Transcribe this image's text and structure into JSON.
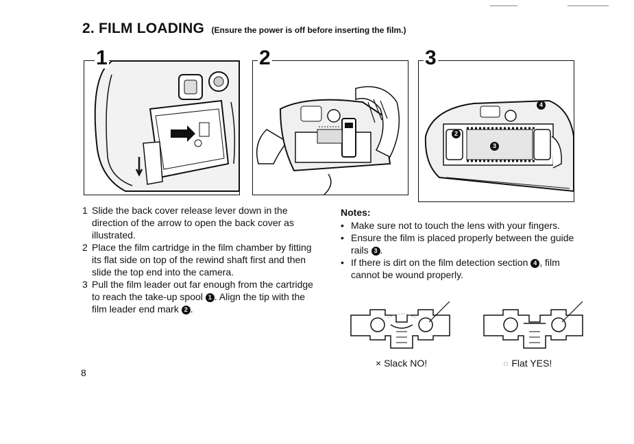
{
  "header": {
    "title": "2. FILM LOADING",
    "subtitle": "(Ensure the power is off before inserting the film.)"
  },
  "figures": [
    {
      "number": "1"
    },
    {
      "number": "2"
    },
    {
      "number": "3"
    }
  ],
  "steps": [
    {
      "num": "1",
      "text": "Slide the back cover release lever down in the direction of the arrow to open the back cover as illustrated."
    },
    {
      "num": "2",
      "text": "Place the film cartridge in the film chamber by fitting its flat side on top of the rewind shaft first and then slide the top end into the camera."
    },
    {
      "num": "3",
      "text_before": "Pull the film leader out far enough from the cartridge to reach the take-up spool",
      "marker1": "1",
      "text_middle": ". Align the tip with the film leader end mark",
      "marker2": "2",
      "text_after": "."
    }
  ],
  "notes": {
    "heading": "Notes:",
    "items": [
      {
        "text": "Make sure not to touch the lens with your fingers."
      },
      {
        "text_before": "Ensure the film is placed properly between the guide rails",
        "marker": "3",
        "text_after": "."
      },
      {
        "text_before": "If there is dirt on the film detection section",
        "marker": "4",
        "text_after": ", film cannot be wound properly."
      }
    ]
  },
  "film_examples": [
    {
      "symbol": "×",
      "label": "Slack NO!"
    },
    {
      "symbol": "○",
      "label": "Flat YES!"
    }
  ],
  "figure3_markers": [
    "2",
    "3",
    "4"
  ],
  "page_number": "8"
}
